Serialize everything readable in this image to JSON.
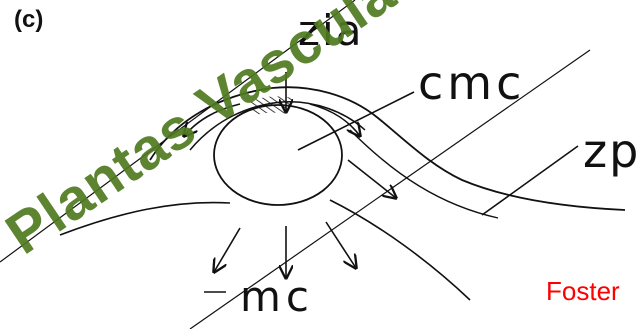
{
  "figure": {
    "panel_label": "(c)",
    "labels": {
      "zia": "zia",
      "cmc": "cmc",
      "zp": "zp",
      "mc": "mc"
    },
    "citation": "Foster",
    "watermark": "Plantas Vasculares",
    "colors": {
      "ink": "#111111",
      "citation": "#ff0000",
      "watermark": "#4f7a20"
    }
  }
}
